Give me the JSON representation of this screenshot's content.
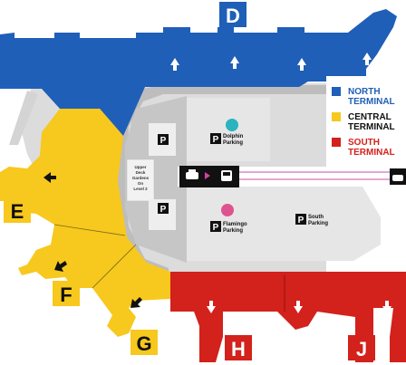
{
  "colors": {
    "north": "#1f5fb7",
    "central": "#f7c81e",
    "south": "#d3211b",
    "ground": "#cfcfcf",
    "building": "#e6e6e6",
    "building_light": "#f2f2f2",
    "road_line": "#c64fae"
  },
  "concourses": {
    "D": "D",
    "E": "E",
    "F": "F",
    "G": "G",
    "H": "H",
    "J": "J"
  },
  "legend": {
    "north": {
      "line1": "NORTH",
      "line2": "TERMINAL"
    },
    "central": {
      "line1": "CENTRAL",
      "line2": "TERMINAL"
    },
    "south": {
      "line1": "SOUTH",
      "line2": "TERMINAL"
    }
  },
  "parking": {
    "dolphin": {
      "icon": "P",
      "line1": "Dolphin",
      "line2": "Parking",
      "symbol_color": "#2bb3c0"
    },
    "flamingo": {
      "icon": "P",
      "line1": "Flamingo",
      "line2": "Parking",
      "symbol_color": "#e0528f"
    },
    "south": {
      "icon": "P",
      "line1": "South",
      "line2": "Parking"
    },
    "garage_p1": "P",
    "garage_p2": "P"
  },
  "upper_deck": {
    "line1": "Upper",
    "line2": "Deck",
    "line3": "Gardens",
    "line4": "On",
    "line5": "Level 2"
  },
  "icons": [
    "arrow-up-icon",
    "arrow-down-icon",
    "arrow-left-icon",
    "taxi-icon",
    "train-icon",
    "parking-icon"
  ]
}
